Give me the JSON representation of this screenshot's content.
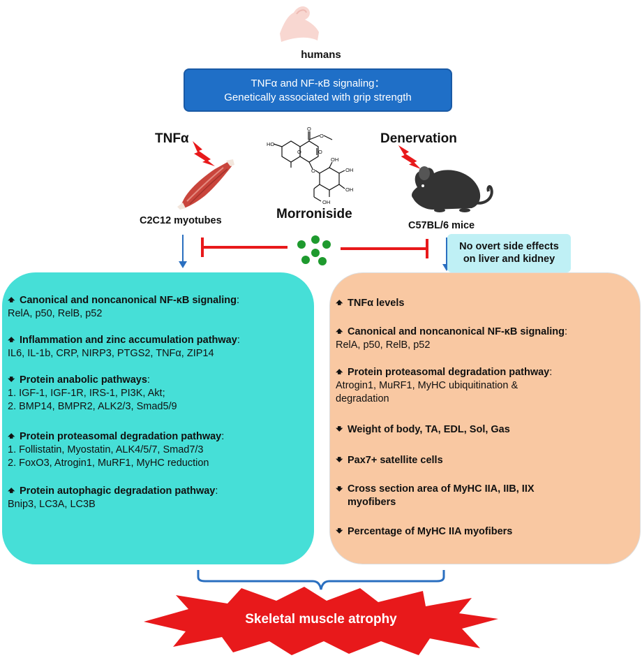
{
  "humans": "humans",
  "banner": {
    "line1": "TNFα and NF-κB signaling：",
    "line2": "Genetically associated with grip strength"
  },
  "left": {
    "title": "TNFα",
    "cell_label": "C2C12 myotubes",
    "items": [
      {
        "dir": "up",
        "head": "Canonical and noncanonical NF-κB signaling",
        "suffix": ":",
        "sub": "RelA, p50, RelB, p52"
      },
      {
        "dir": "up",
        "head": "Inflammation and zinc accumulation pathway",
        "suffix": ":",
        "sub": "IL6, IL-1b, CRP, NIRP3, PTGS2, TNFα, ZIP14"
      },
      {
        "dir": "down",
        "head": "Protein anabolic pathways",
        "suffix": ":",
        "sub": "1. IGF-1, IGF-1R, IRS-1, PI3K, Akt;\n2. BMP14, BMPR2, ALK2/3, Smad5/9"
      },
      {
        "dir": "up",
        "head": "Protein proteasomal degradation pathway",
        "suffix": ":",
        "sub": "1. Follistatin, Myostatin, ALK4/5/7, Smad7/3\n2. FoxO3, Atrogin1, MuRF1,  MyHC reduction"
      },
      {
        "dir": "up",
        "head": "Protein autophagic degradation pathway",
        "suffix": ":",
        "sub": "Bnip3, LC3A, LC3B"
      }
    ]
  },
  "center": {
    "compound": "Morroniside",
    "structure_labels": [
      "HO",
      "O",
      "O",
      "O",
      "O",
      "O",
      "OH",
      "OH",
      "OH",
      "OH"
    ]
  },
  "right": {
    "title": "Denervation",
    "cell_label": "C57BL/6 mice",
    "note": "No overt side effects\non liver and kidney",
    "items": [
      {
        "dir": "up",
        "head": "TNFα levels",
        "suffix": "",
        "sub": ""
      },
      {
        "dir": "up",
        "head": "Canonical and noncanonical NF-κB signaling",
        "suffix": ":",
        "sub": "RelA, p50, RelB, p52"
      },
      {
        "dir": "up",
        "head": "Protein proteasomal degradation pathway",
        "suffix": ":",
        "sub": "Atrogin1, MuRF1,  MyHC ubiquitination &\ndegradation"
      },
      {
        "dir": "down",
        "head": "Weight of body, TA, EDL, Sol, Gas",
        "suffix": "",
        "sub": ""
      },
      {
        "dir": "down",
        "head": "Pax7+ satellite cells",
        "suffix": "",
        "sub": ""
      },
      {
        "dir": "down",
        "head": "Cross section area of MyHC IIA, IIB, IIX\nmyofibers",
        "suffix": "",
        "sub": ""
      },
      {
        "dir": "down",
        "head": "Percentage of MyHC IIA myofibers",
        "suffix": "",
        "sub": ""
      }
    ]
  },
  "outcome": "Skeletal muscle atrophy",
  "colors": {
    "banner": "#1f6fc7",
    "left_panel": "#46dfd7",
    "right_panel": "#f9c8a2",
    "note_box": "#bff0f5",
    "inhibit_line": "#e8191b",
    "arrow_blue": "#2a6fc0",
    "dots": "#1e9a2e",
    "burst": "#e8191b"
  },
  "icons": [
    "arm-icon",
    "lightning-icon",
    "muscle-icon",
    "mouse-icon",
    "molecule-structure",
    "green-dots-icon",
    "brace-icon",
    "burst-shape"
  ]
}
